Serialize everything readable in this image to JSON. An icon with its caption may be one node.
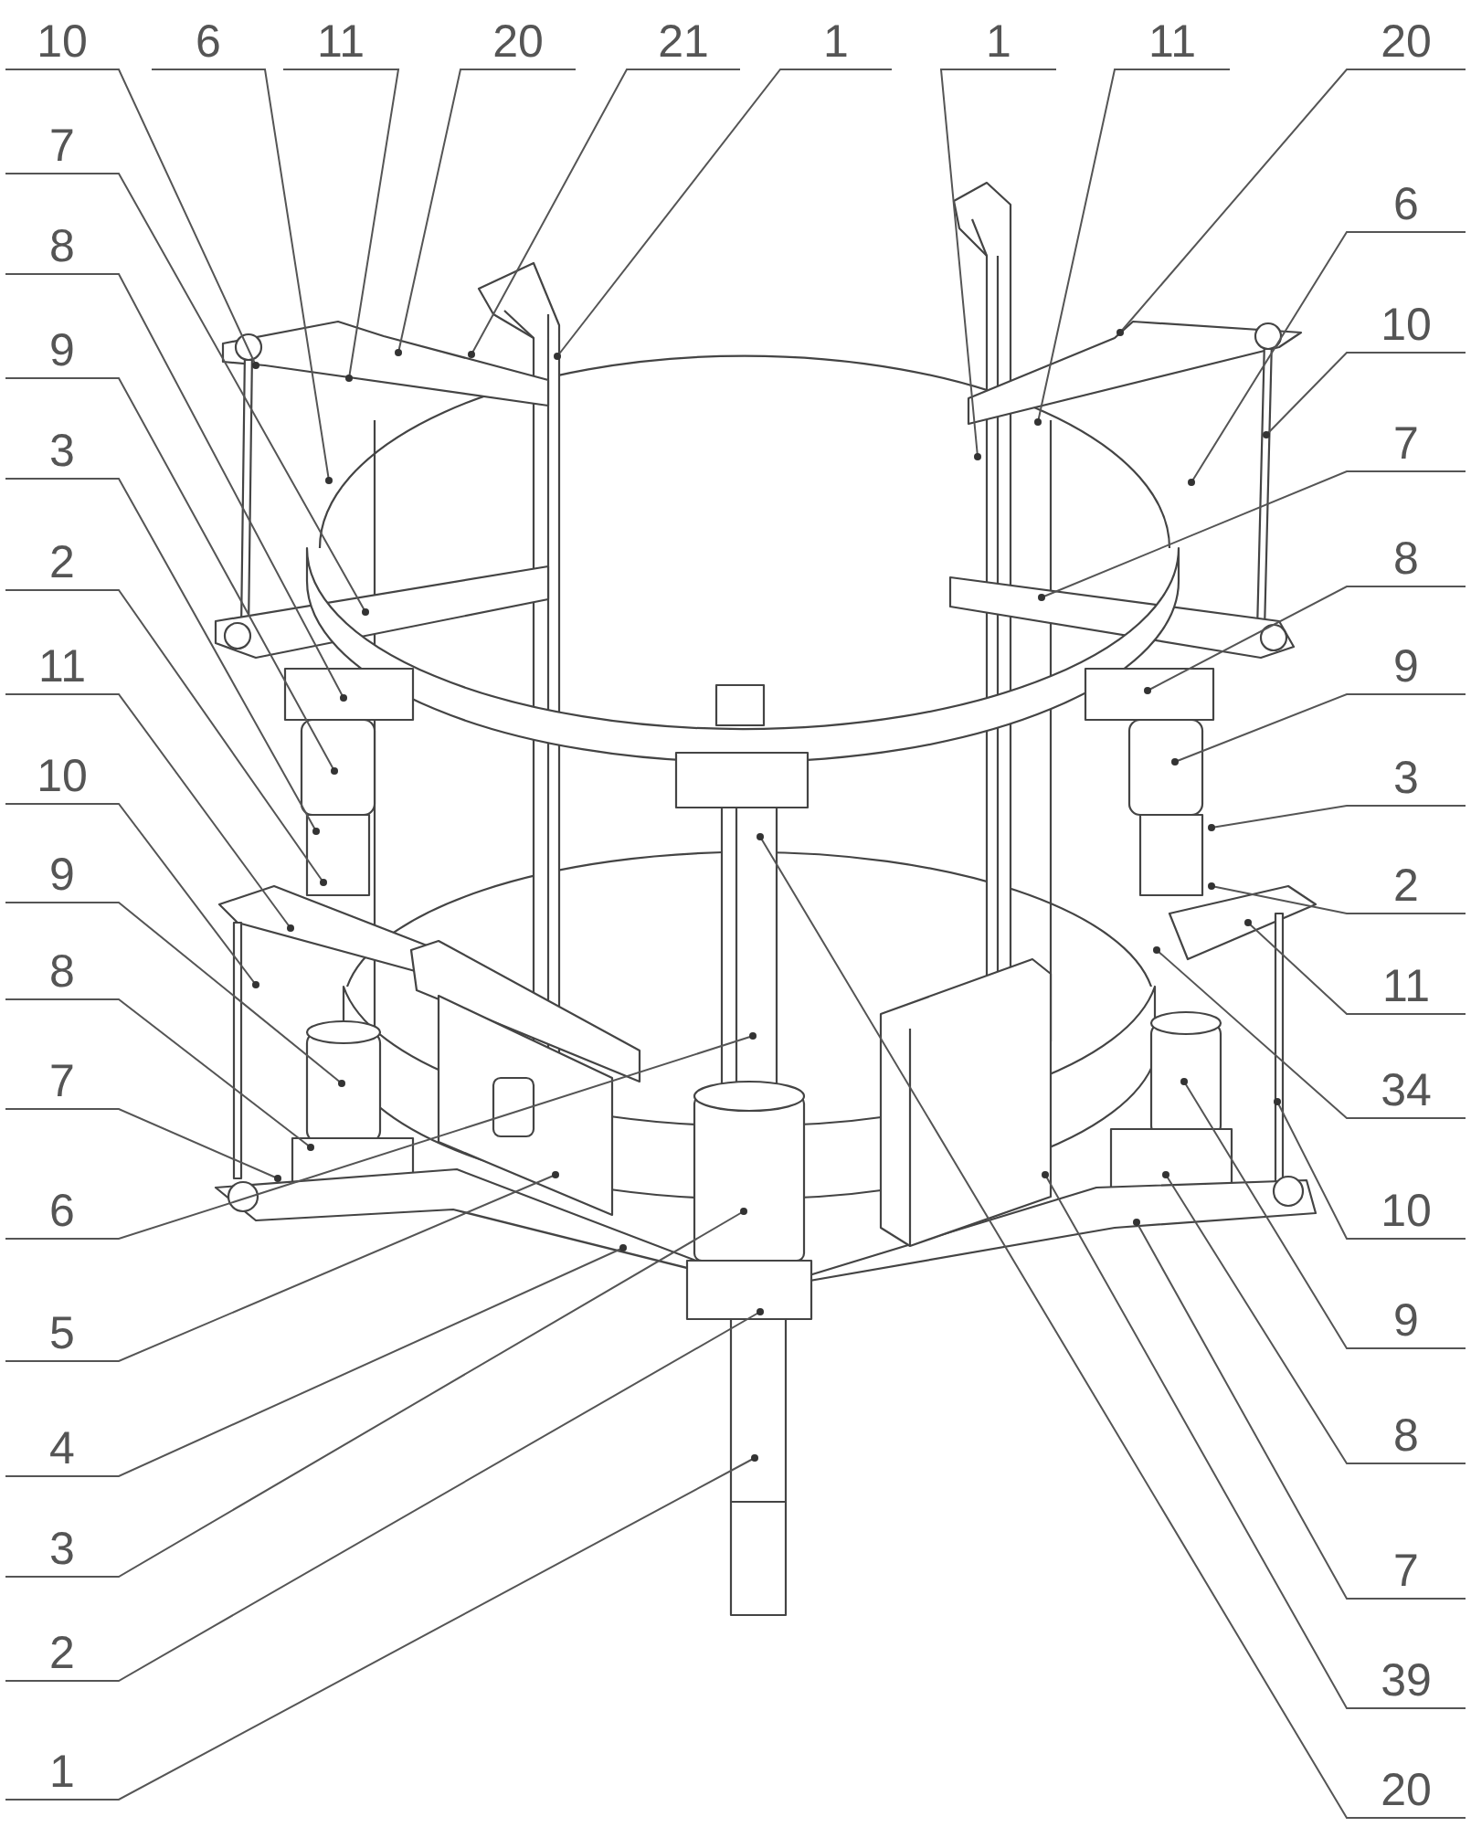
{
  "diagram": {
    "nodes": [
      {
        "text": [
          "10"
        ]
      },
      {
        "text": [
          "6"
        ]
      },
      {
        "text": [
          "11"
        ]
      },
      {
        "text": [
          "20"
        ]
      },
      {
        "text": [
          "21"
        ]
      },
      {
        "text": [
          "1"
        ]
      },
      {
        "text": [
          "1"
        ]
      },
      {
        "text": [
          "11"
        ]
      },
      {
        "text": [
          "20"
        ]
      },
      {
        "text": [
          "7"
        ]
      },
      {
        "text": [
          "8"
        ]
      },
      {
        "text": [
          "9"
        ]
      },
      {
        "text": [
          "3"
        ]
      },
      {
        "text": [
          "2"
        ]
      },
      {
        "text": [
          "11"
        ]
      },
      {
        "text": [
          "10"
        ]
      },
      {
        "text": [
          "9"
        ]
      },
      {
        "text": [
          "8"
        ]
      },
      {
        "text": [
          "7"
        ]
      },
      {
        "text": [
          "6"
        ]
      },
      {
        "text": [
          "5"
        ]
      },
      {
        "text": [
          "4"
        ]
      },
      {
        "text": [
          "3"
        ]
      },
      {
        "text": [
          "2"
        ]
      },
      {
        "text": [
          "1"
        ]
      },
      {
        "text": [
          "6"
        ]
      },
      {
        "text": [
          "10"
        ]
      },
      {
        "text": [
          "7"
        ]
      },
      {
        "text": [
          "8"
        ]
      },
      {
        "text": [
          "9"
        ]
      },
      {
        "text": [
          "3"
        ]
      },
      {
        "text": [
          "2"
        ]
      },
      {
        "text": [
          "11"
        ]
      },
      {
        "text": [
          "34"
        ]
      },
      {
        "text": [
          "10"
        ]
      },
      {
        "text": [
          "9"
        ]
      },
      {
        "text": [
          "8"
        ]
      },
      {
        "text": [
          "7"
        ]
      },
      {
        "text": [
          "39"
        ]
      },
      {
        "text": [
          "20"
        ]
      }
    ],
    "edges": [
      {
        "from": 0,
        "to": null,
        "arrow": "other"
      },
      {
        "from": 1,
        "to": null,
        "arrow": "other"
      },
      {
        "from": 2,
        "to": null,
        "arrow": "other"
      },
      {
        "from": 3,
        "to": null,
        "arrow": "other"
      },
      {
        "from": 4,
        "to": null,
        "arrow": "other"
      },
      {
        "from": 5,
        "to": null,
        "arrow": "other"
      },
      {
        "from": 6,
        "to": null,
        "arrow": "other"
      },
      {
        "from": 7,
        "to": null,
        "arrow": "other"
      },
      {
        "from": 8,
        "to": null,
        "arrow": "other"
      },
      {
        "from": 9,
        "to": null,
        "arrow": "other"
      },
      {
        "from": 10,
        "to": null,
        "arrow": "other"
      },
      {
        "from": 11,
        "to": null,
        "arrow": "other"
      },
      {
        "from": 12,
        "to": null,
        "arrow": "other"
      },
      {
        "from": 13,
        "to": null,
        "arrow": "other"
      },
      {
        "from": 14,
        "to": null,
        "arrow": "other"
      },
      {
        "from": 15,
        "to": null,
        "arrow": "other"
      },
      {
        "from": 16,
        "to": null,
        "arrow": "other"
      },
      {
        "from": 17,
        "to": null,
        "arrow": "other"
      },
      {
        "from": 18,
        "to": null,
        "arrow": "other"
      },
      {
        "from": 19,
        "to": null,
        "arrow": "other"
      },
      {
        "from": 20,
        "to": null,
        "arrow": "other"
      },
      {
        "from": 21,
        "to": null,
        "arrow": "other"
      },
      {
        "from": 22,
        "to": null,
        "arrow": "other"
      },
      {
        "from": 23,
        "to": null,
        "arrow": "other"
      },
      {
        "from": 24,
        "to": null,
        "arrow": "other"
      },
      {
        "from": 25,
        "to": null,
        "arrow": "other"
      },
      {
        "from": 26,
        "to": null,
        "arrow": "other"
      },
      {
        "from": 27,
        "to": null,
        "arrow": "other"
      },
      {
        "from": 28,
        "to": null,
        "arrow": "other"
      },
      {
        "from": 29,
        "to": null,
        "arrow": "other"
      },
      {
        "from": 30,
        "to": null,
        "arrow": "other"
      },
      {
        "from": 31,
        "to": null,
        "arrow": "other"
      },
      {
        "from": 32,
        "to": null,
        "arrow": "other"
      },
      {
        "from": 33,
        "to": null,
        "arrow": "other"
      },
      {
        "from": 34,
        "to": null,
        "arrow": "other"
      },
      {
        "from": 35,
        "to": null,
        "arrow": "other"
      },
      {
        "from": 36,
        "to": null,
        "arrow": "other"
      },
      {
        "from": 37,
        "to": null,
        "arrow": "other"
      },
      {
        "from": 38,
        "to": null,
        "arrow": "other"
      },
      {
        "from": 39,
        "to": null,
        "arrow": "other"
      }
    ]
  }
}
